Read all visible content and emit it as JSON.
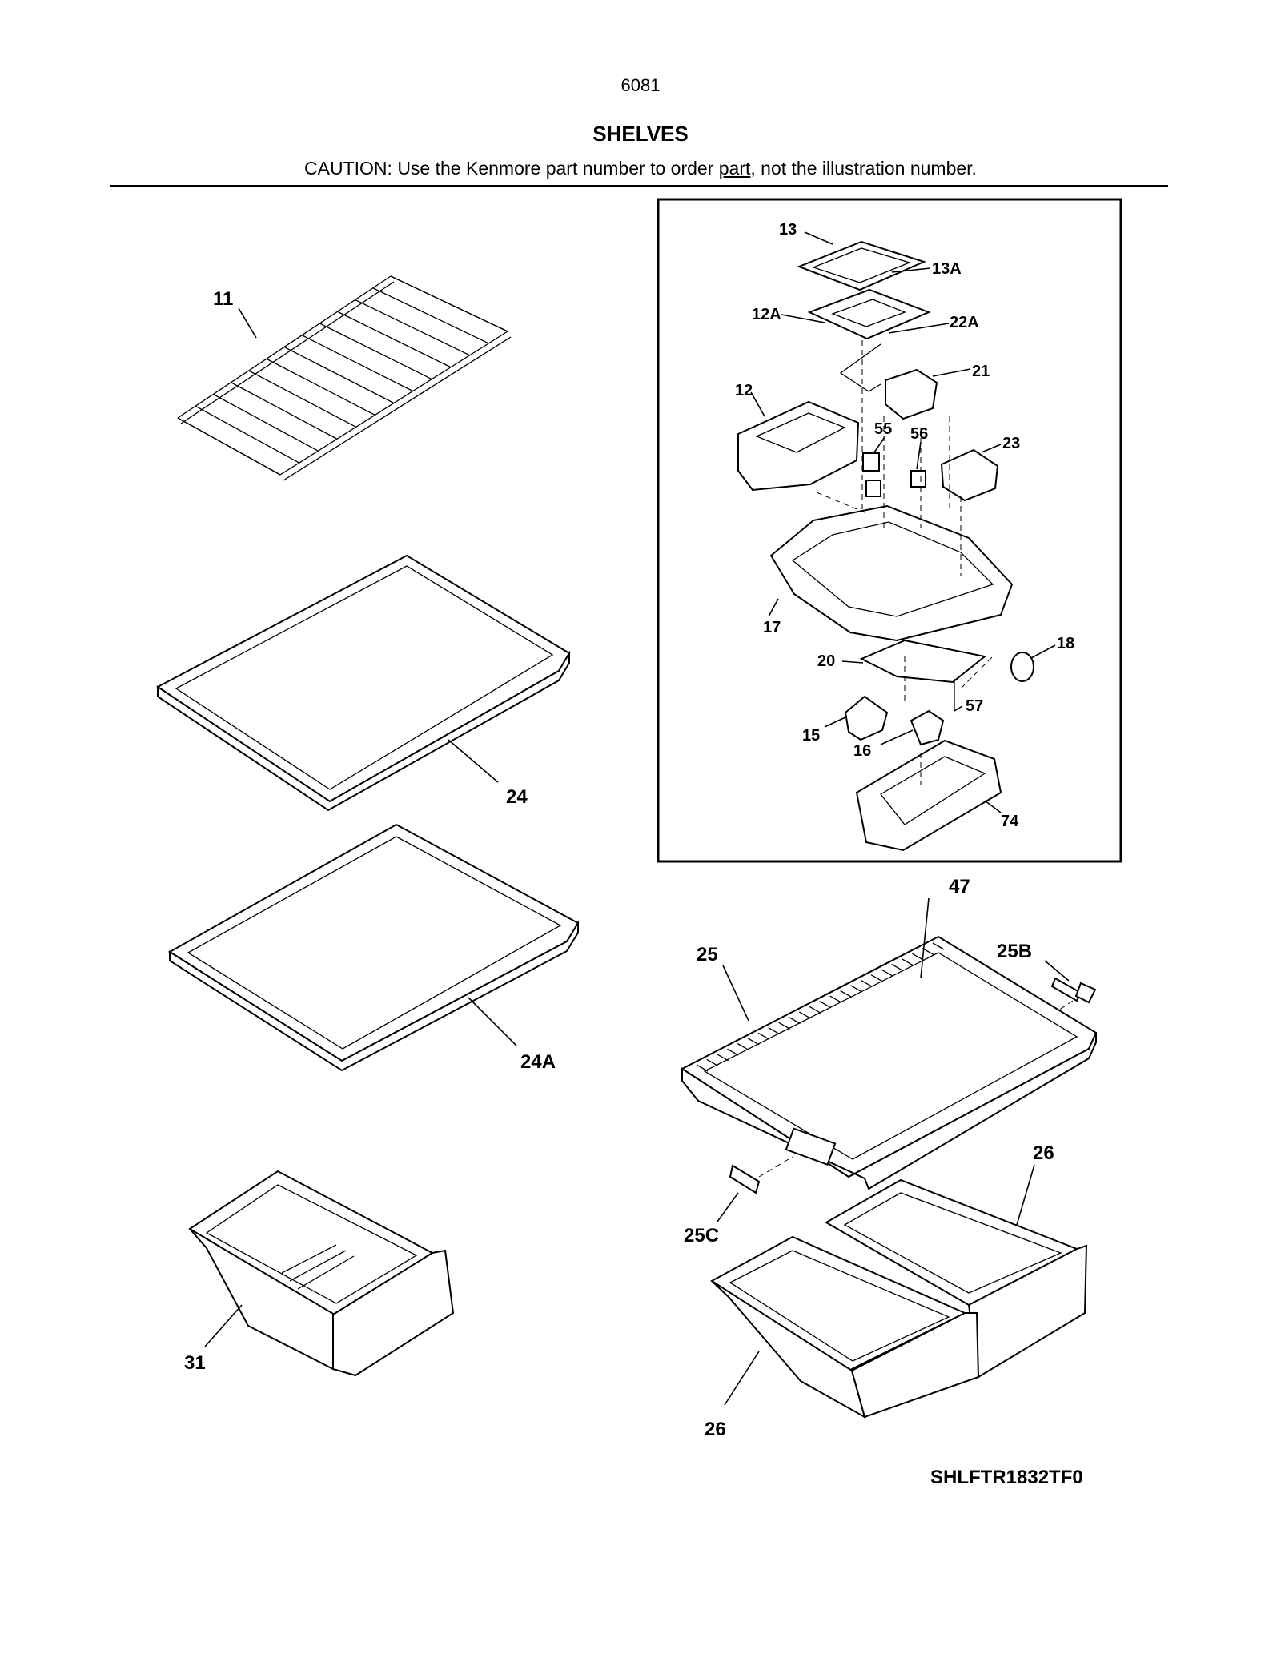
{
  "page_number": "6081",
  "title": "SHELVES",
  "caution": {
    "before": "CAUTION: Use the Kenmore part number to order ",
    "underlined": "part",
    "after": ", not the illustration number."
  },
  "labels": {
    "p11": "11",
    "p24": "24",
    "p24A": "24A",
    "p31": "31",
    "p13": "13",
    "p13A": "13A",
    "p12A": "12A",
    "p22A": "22A",
    "p21": "21",
    "p12": "12",
    "p55": "55",
    "p56": "56",
    "p23": "23",
    "p17": "17",
    "p18": "18",
    "p20": "20",
    "p57": "57",
    "p15": "15",
    "p16": "16",
    "p74": "74",
    "p47": "47",
    "p25": "25",
    "p25B": "25B",
    "p25C": "25C",
    "p26a": "26",
    "p26b": "26"
  },
  "footer_code": "SHLFTR1832TF0"
}
